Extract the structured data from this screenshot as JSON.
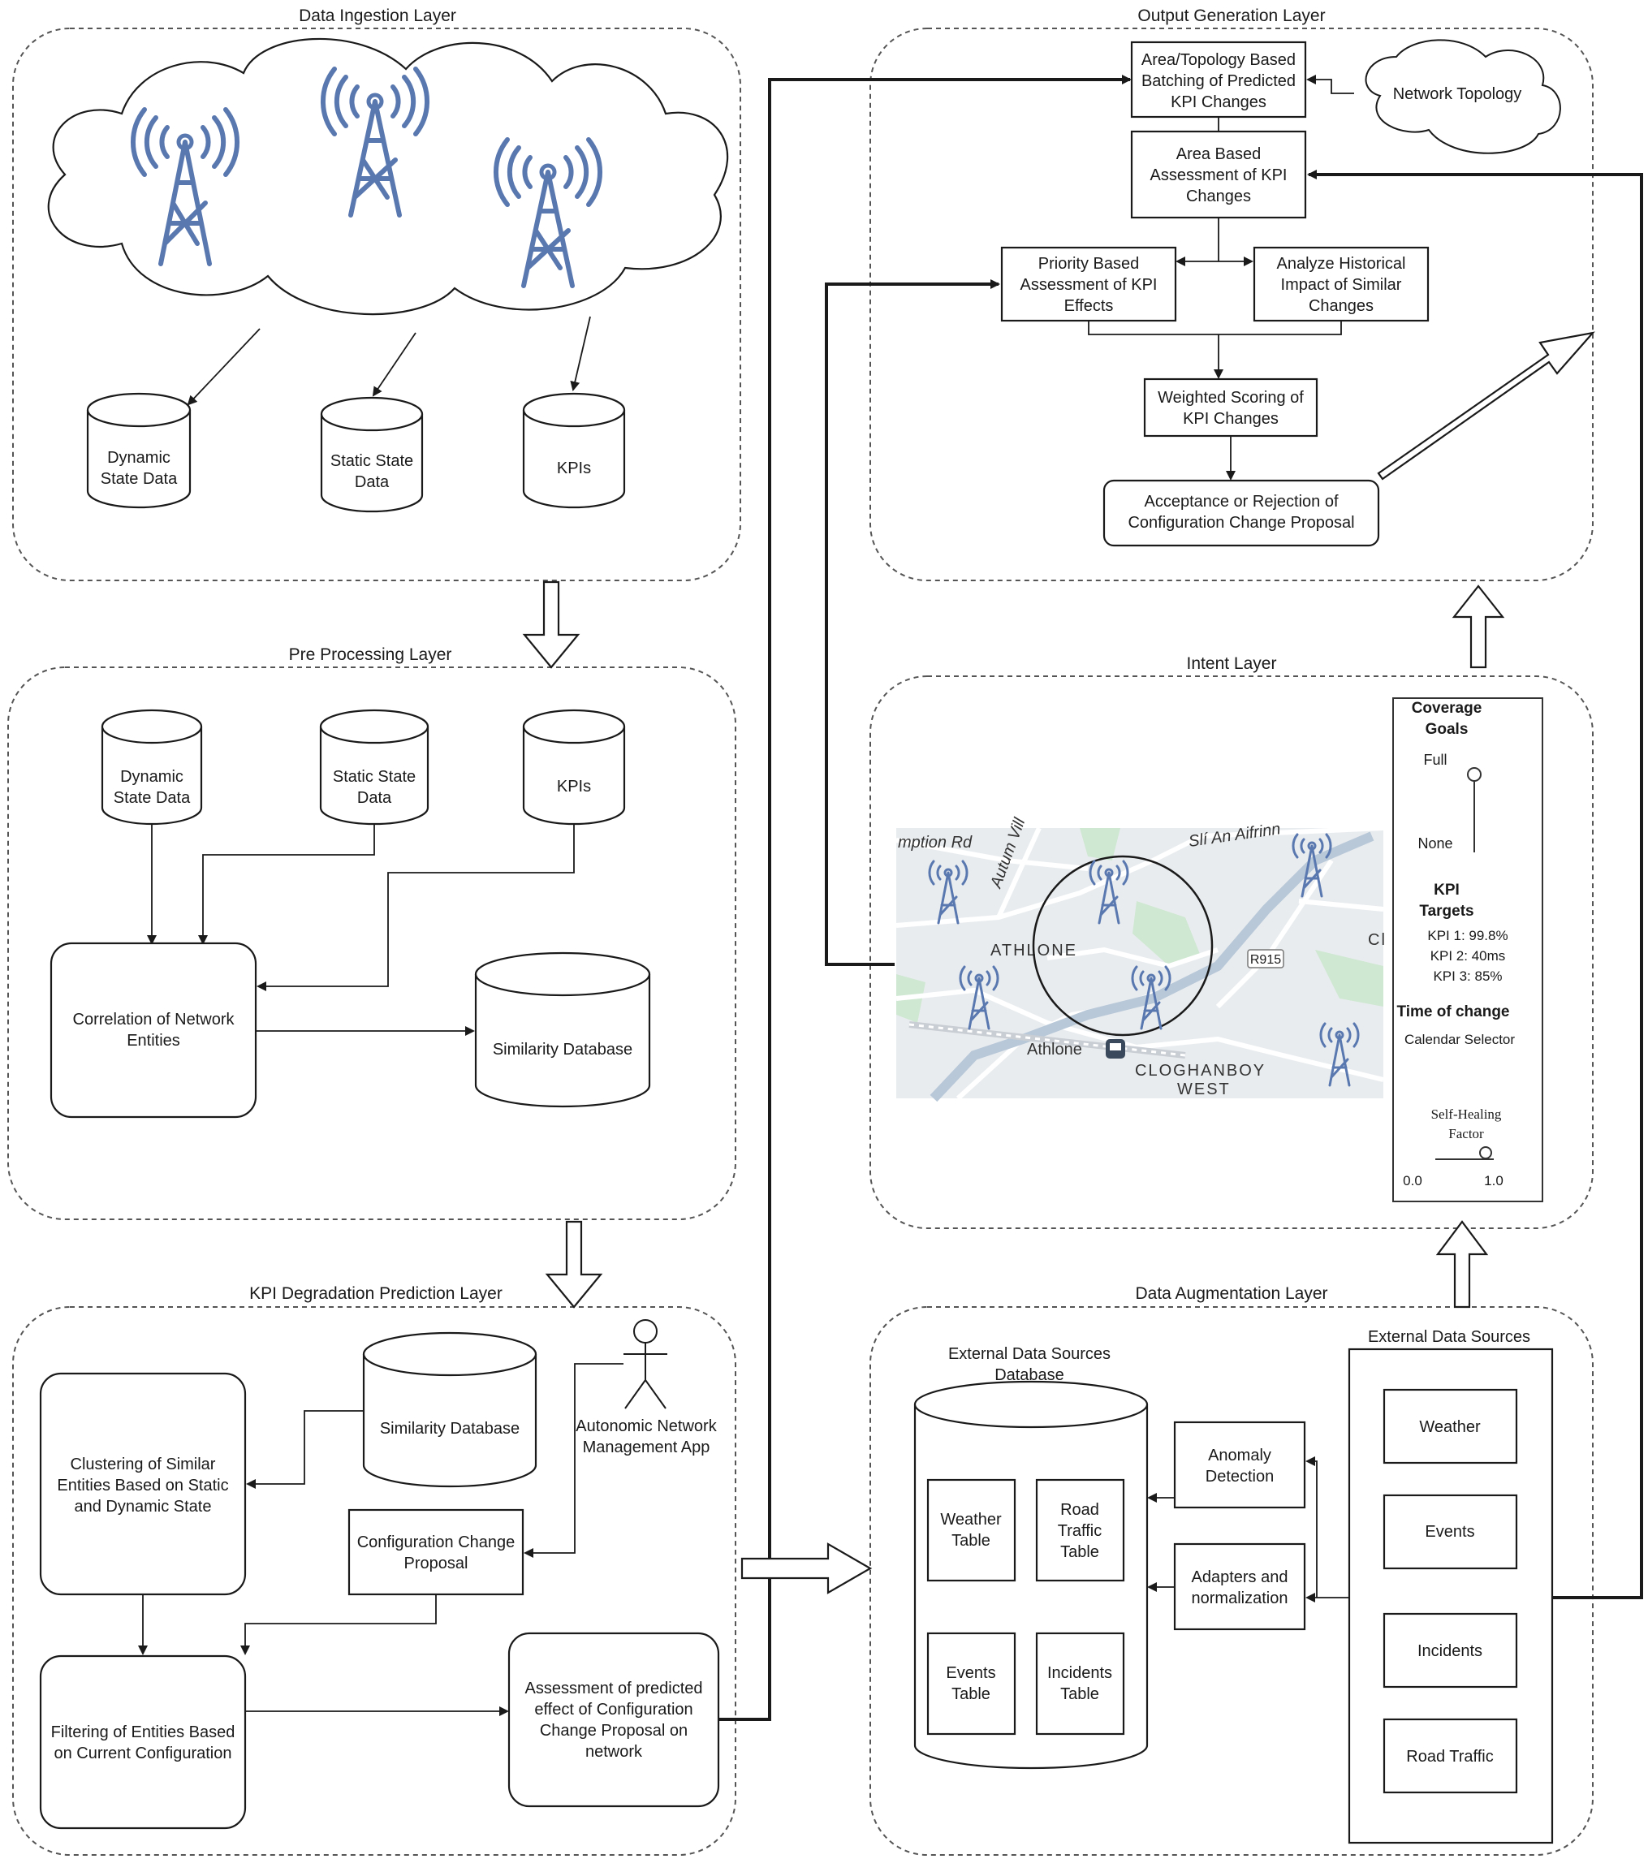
{
  "layers": {
    "data_ingestion": "Data Ingestion Layer",
    "pre_processing": "Pre Processing Layer",
    "kpi_degradation": "KPI Degradation Prediction Layer",
    "output_generation": "Output Generation Layer",
    "intent": "Intent Layer",
    "data_augmentation": "Data Augmentation Layer"
  },
  "ingestion": {
    "db_dynamic": [
      "Dynamic",
      "State Data"
    ],
    "db_static": [
      "Static State",
      "Data"
    ],
    "db_kpis": [
      "KPIs"
    ]
  },
  "preprocessing": {
    "db_dynamic": [
      "Dynamic",
      "State Data"
    ],
    "db_static": [
      "Static State",
      "Data"
    ],
    "db_kpis": [
      "KPIs"
    ],
    "correlation": [
      "Correlation of Network",
      "Entities"
    ],
    "similarity_db": [
      "Similarity Database"
    ]
  },
  "kpi_layer": {
    "similarity_db": [
      "Similarity Database"
    ],
    "actor": [
      "Autonomic Network",
      "Management App"
    ],
    "clustering": [
      "Clustering of Similar",
      "Entities Based on Static",
      "and Dynamic State"
    ],
    "config_proposal": [
      "Configuration Change",
      "Proposal"
    ],
    "filtering": [
      "Filtering of Entities Based",
      "on Current Configuration"
    ],
    "assessment": [
      "Assessment of predicted",
      "effect of Configuration",
      "Change Proposal on",
      "network"
    ]
  },
  "output": {
    "batching": [
      "Area/Topology Based",
      "Batching of Predicted",
      "KPI Changes"
    ],
    "topology": [
      "Network Topology"
    ],
    "area_assessment": [
      "Area Based",
      "Assessment of KPI",
      "Changes"
    ],
    "priority": [
      "Priority Based",
      "Assessment of KPI",
      "Effects"
    ],
    "historical": [
      "Analyze Historical",
      "Impact of Similar",
      "Changes"
    ],
    "weighted": [
      "Weighted Scoring of",
      "KPI Changes"
    ],
    "acceptance": [
      "Acceptance or Rejection of",
      "Configuration Change Proposal"
    ]
  },
  "intent": {
    "map_labels": {
      "road1": "mption Rd",
      "road2": "Autum Vill",
      "road3": "Slí An Aifrinn",
      "town": "ATHLONE",
      "station": "Athlone",
      "district1": "CLOGHANBOY",
      "district2": "WEST",
      "route": "R915",
      "edge": "Cl"
    },
    "panel": {
      "coverage": [
        "Coverage",
        "Goals"
      ],
      "full": "Full",
      "none": "None",
      "kpi_targets": [
        "KPI",
        "Targets"
      ],
      "kpi1": "KPI 1: 99.8%",
      "kpi2": "KPI 2: 40ms",
      "kpi3": "KPI 3: 85%",
      "time_title": "Time of change",
      "calendar": "Calendar Selector",
      "self_healing": [
        "Self-Healing",
        "Factor"
      ],
      "slider_min": "0.0",
      "slider_max": "1.0"
    }
  },
  "augmentation": {
    "ext_db_title": [
      "External Data Sources",
      "Database"
    ],
    "weather_table": [
      "Weather",
      "Table"
    ],
    "road_table": [
      "Road",
      "Traffic",
      "Table"
    ],
    "events_table": [
      "Events",
      "Table"
    ],
    "incidents_table": [
      "Incidents",
      "Table"
    ],
    "anomaly": [
      "Anomaly",
      "Detection"
    ],
    "adapters": [
      "Adapters and",
      "normalization"
    ],
    "ext_sources_title": [
      "External Data Sources"
    ],
    "weather": [
      "Weather"
    ],
    "events": [
      "Events"
    ],
    "incidents": [
      "Incidents"
    ],
    "road_traffic": [
      "Road Traffic"
    ]
  },
  "colors": {
    "tower": "#5a78b0",
    "map_bg": "#e9ecef",
    "map_green": "#cfe8d2",
    "line": "#1a1a1a"
  },
  "icons": [
    "cell-tower-icon",
    "person-icon",
    "train-station-icon"
  ]
}
